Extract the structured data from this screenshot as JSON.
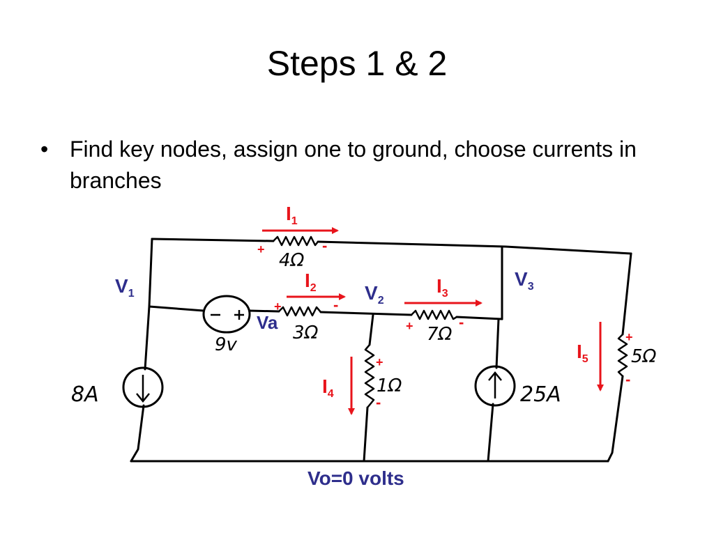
{
  "slide": {
    "title": "Steps 1 & 2",
    "bullet_char": "•",
    "bullet_text": "Find key nodes, assign one to ground, choose currents in branches"
  },
  "circuit": {
    "colors": {
      "wire": "#000000",
      "current": "#e8141b",
      "node": "#2e2e8c"
    },
    "nodes": {
      "v1": {
        "main": "V",
        "sub": "1"
      },
      "v2": {
        "main": "V",
        "sub": "2"
      },
      "v3": {
        "main": "V",
        "sub": "3"
      },
      "va": "Va",
      "ground": "Vo=0 volts"
    },
    "components": {
      "r4": "4Ω",
      "r3": "3Ω",
      "r7": "7Ω",
      "r1": "1Ω",
      "r5": "5Ω",
      "vsource": "9v",
      "isource_left": "8A",
      "isource_right": "25A"
    },
    "currents": {
      "i1": {
        "main": "I",
        "sub": "1"
      },
      "i2": {
        "main": "I",
        "sub": "2"
      },
      "i3": {
        "main": "I",
        "sub": "3"
      },
      "i4": {
        "main": "I",
        "sub": "4"
      },
      "i5": {
        "main": "I",
        "sub": "5"
      }
    },
    "polarity": {
      "plus": "+",
      "minus": "-"
    }
  }
}
